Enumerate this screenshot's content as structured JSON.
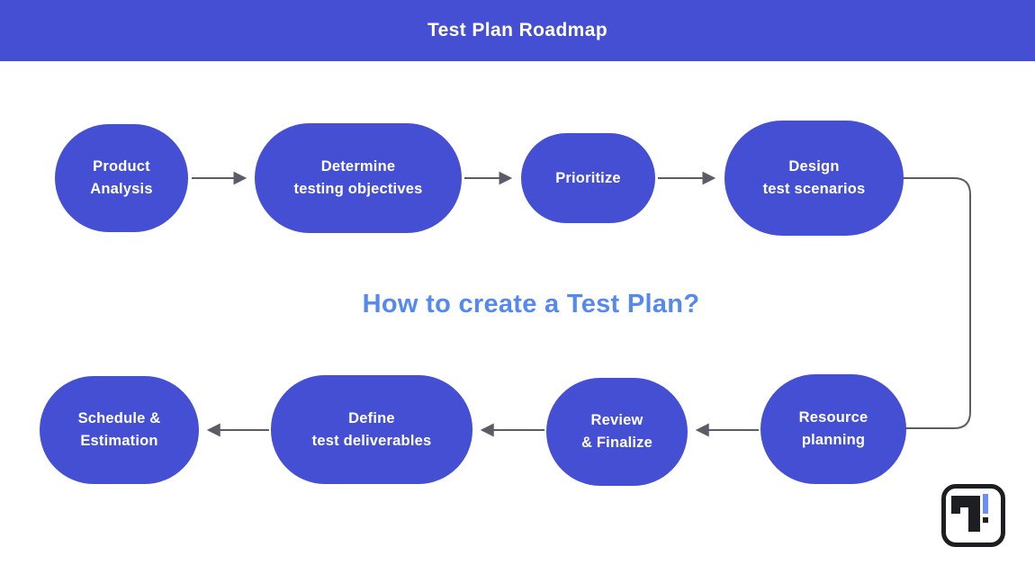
{
  "header": {
    "title": "Test Plan Roadmap"
  },
  "center_heading": "How to create a Test Plan?",
  "nodes": {
    "n1": {
      "line1": "Product",
      "line2": "Analysis"
    },
    "n2": {
      "line1": "Determine",
      "line2": "testing objectives"
    },
    "n3": {
      "line1": "Prioritize",
      "line2": ""
    },
    "n4": {
      "line1": "Design",
      "line2": "test scenarios"
    },
    "n5": {
      "line1": "Resource",
      "line2": "planning"
    },
    "n6": {
      "line1": "Review",
      "line2": "& Finalize"
    },
    "n7": {
      "line1": "Define",
      "line2": "test deliverables"
    },
    "n8": {
      "line1": "Schedule &",
      "line2": "Estimation"
    }
  },
  "flow_order": [
    "Product Analysis",
    "Determine testing objectives",
    "Prioritize",
    "Design test scenarios",
    "Resource planning",
    "Review & Finalize",
    "Define test deliverables",
    "Schedule & Estimation"
  ],
  "colors": {
    "primary_blue": "#444fd3",
    "heading_blue": "#5589f0",
    "arrow_gray": "#5c5c66",
    "node_text": "#ffffff",
    "logo_black": "#1d1e22",
    "logo_accent_blue": "#6c8ff7"
  },
  "logo": {
    "name": "t-mark-logo"
  }
}
